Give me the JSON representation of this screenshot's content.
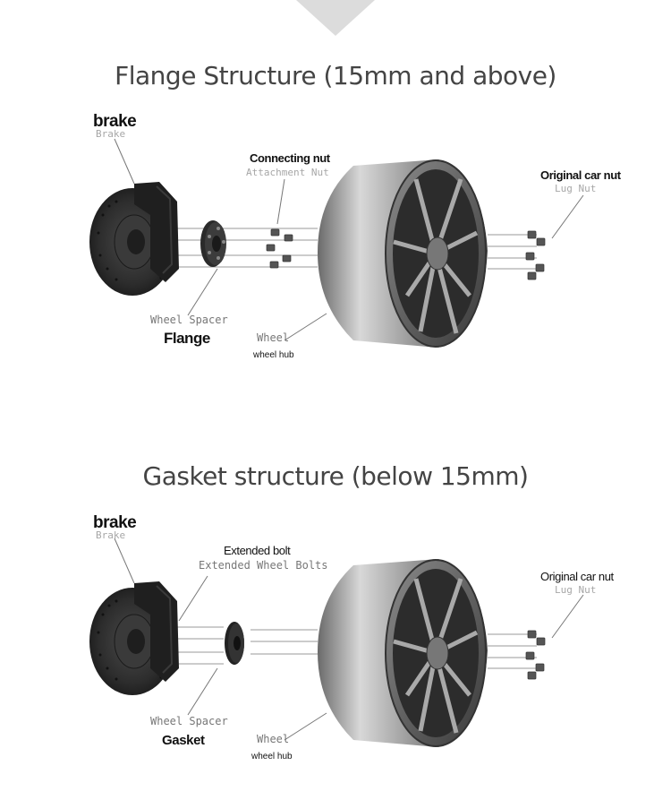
{
  "sections": [
    {
      "title": "Flange Structure (15mm and above)",
      "labels": {
        "brake_main": "brake",
        "brake_sub": "Brake",
        "nut_main": "Connecting nut",
        "nut_sub": "Attachment Nut",
        "orig_main": "Original car nut",
        "orig_sub": "Lug Nut",
        "spacer_sub": "Wheel Spacer",
        "spacer_main": "Flange",
        "wheel_sub": "Wheel",
        "wheel_main": "wheel hub"
      }
    },
    {
      "title": "Gasket structure (below 15mm)",
      "labels": {
        "brake_main": "brake",
        "brake_sub": "Brake",
        "bolt_main": "Extended bolt",
        "bolt_sub": "Extended Wheel Bolts",
        "orig_main": "Original car nut",
        "orig_sub": "Lug Nut",
        "spacer_sub": "Wheel Spacer",
        "spacer_main": "Gasket",
        "wheel_sub": "Wheel",
        "wheel_main": "wheel hub"
      }
    }
  ],
  "icons": [
    "brake-disc-icon",
    "caliper-icon",
    "spacer-icon",
    "nut-icon",
    "wheel-icon"
  ],
  "colors": {
    "title": "#444444",
    "rim_light": "#cfcfcf",
    "rim_dark": "#555555",
    "disc": "#2a2a2a"
  }
}
